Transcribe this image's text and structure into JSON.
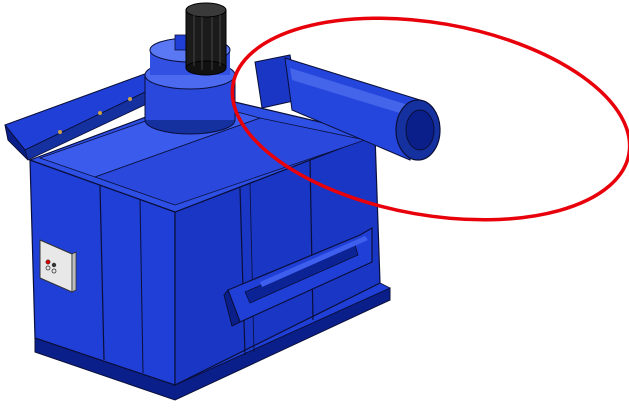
{
  "image": {
    "subject": "blue-industrial-dust-collector-render",
    "highlight": {
      "shape": "ellipse",
      "color": "#e8000b",
      "marks": "exhaust-duct"
    }
  },
  "colors": {
    "body_blue": "#1f3fd6",
    "shadow_blue": "#0a1f8a",
    "light_blue": "#4b6af0",
    "motor_black": "#1b1b1b",
    "panel_grey": "#e8e8e8",
    "outline": "#0a0f3a",
    "highlight_red": "#e8000b"
  }
}
